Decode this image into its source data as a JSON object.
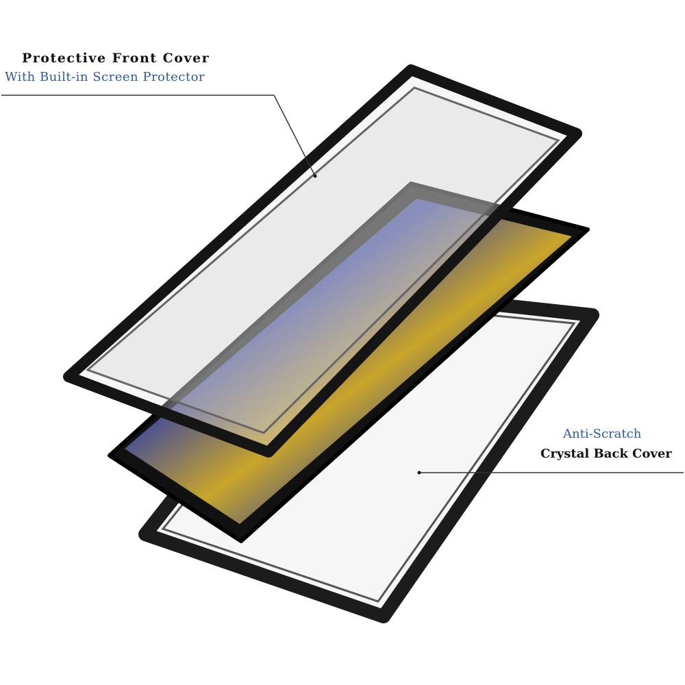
{
  "callouts": {
    "front_title": "Protective Front Cover",
    "front_subtitle": "With Built-in Screen Protector",
    "back_subtitle": "Anti-Scratch",
    "back_title": "Crystal Back Cover"
  },
  "colors": {
    "accent_blue": "#2d5aa0",
    "text_dark": "#111111"
  }
}
